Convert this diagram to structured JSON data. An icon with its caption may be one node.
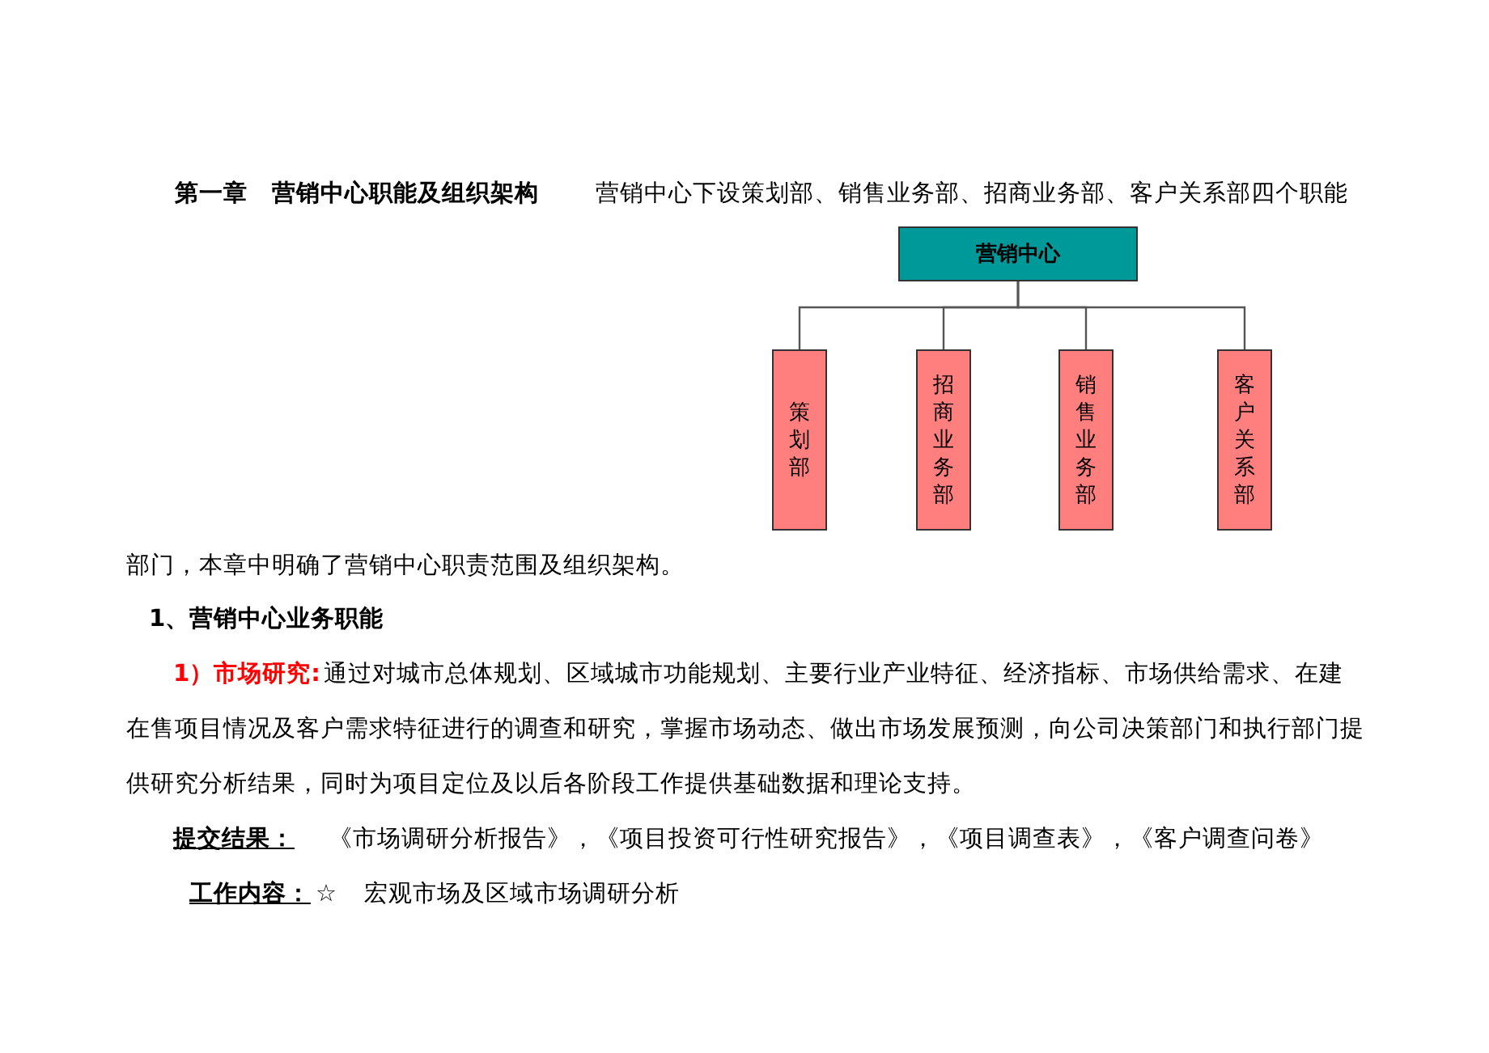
{
  "diagram": {
    "title": "第一章　营销中心职能及组织架构",
    "nodes": [
      {
        "text": [
          "营销中心"
        ]
      },
      {
        "text": [
          "策划部"
        ]
      },
      {
        "text": [
          "招商业务部"
        ]
      },
      {
        "text": [
          "销售业务部"
        ]
      },
      {
        "text": [
          "客户关系部"
        ]
      }
    ],
    "edges": [
      {
        "from": 0,
        "to": 1,
        "arrow": "none"
      },
      {
        "from": 0,
        "to": 2,
        "arrow": "none"
      },
      {
        "from": 0,
        "to": 3,
        "arrow": "none"
      },
      {
        "from": 0,
        "to": 4,
        "arrow": "none"
      }
    ],
    "labels": [
      "营销中心下设策划部、销售业务部、招商业务部、客户关系部四个职能",
      "部门，本章中明确了营销中心职责范围及组织架构。",
      "1、营销中心业务职能",
      "1）市场研究:",
      "通过对城市总体规划、区域城市功能规划、主要行业产业特征、经济指标、市场供给需求、在建在售项目情况及客户需求特征进行的调查和研究，掌握市场动态、做出市场发展预测，向公司决策部门和执行部门提供研究分析结果，同时为项目定位及以后各阶段工作提供基础数据和理论支持。",
      "提交结果：",
      "《市场调研分析报告》，《项目投资可行性研究报告》，《项目调查表》，《客户调查问卷》",
      "工作内容：",
      "☆",
      "宏观市场及区域市场调研分析"
    ]
  }
}
